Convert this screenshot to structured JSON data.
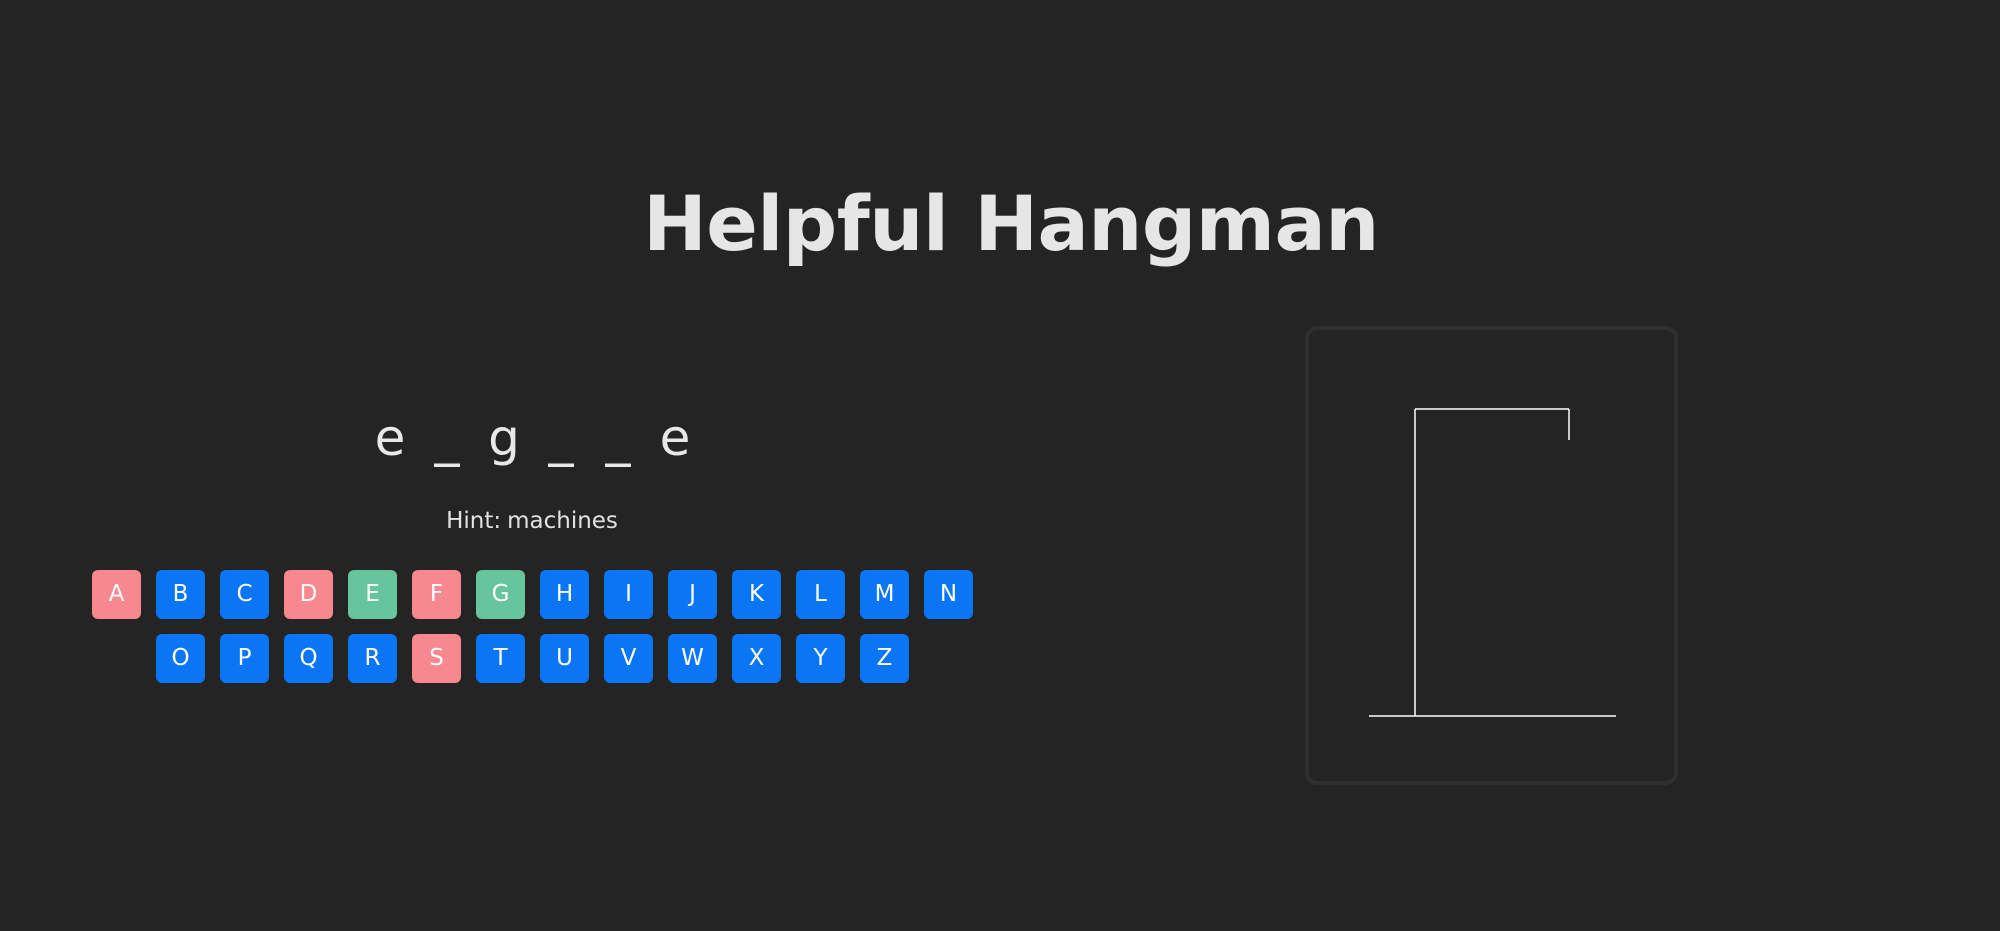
{
  "title": "Helpful Hangman",
  "word": [
    "e",
    "_",
    "g",
    "_",
    "_",
    "e"
  ],
  "hint": {
    "label": "Hint:",
    "text": "machines"
  },
  "keyboard": {
    "rows": [
      [
        {
          "letter": "A",
          "status": "wrong"
        },
        {
          "letter": "B",
          "status": "available"
        },
        {
          "letter": "C",
          "status": "available"
        },
        {
          "letter": "D",
          "status": "wrong"
        },
        {
          "letter": "E",
          "status": "correct"
        },
        {
          "letter": "F",
          "status": "wrong"
        },
        {
          "letter": "G",
          "status": "correct"
        },
        {
          "letter": "H",
          "status": "available"
        },
        {
          "letter": "I",
          "status": "available"
        },
        {
          "letter": "J",
          "status": "available"
        },
        {
          "letter": "K",
          "status": "available"
        },
        {
          "letter": "L",
          "status": "available"
        },
        {
          "letter": "M",
          "status": "available"
        },
        {
          "letter": "N",
          "status": "available"
        }
      ],
      [
        {
          "letter": "O",
          "status": "available"
        },
        {
          "letter": "P",
          "status": "available"
        },
        {
          "letter": "Q",
          "status": "available"
        },
        {
          "letter": "R",
          "status": "available"
        },
        {
          "letter": "S",
          "status": "wrong"
        },
        {
          "letter": "T",
          "status": "available"
        },
        {
          "letter": "U",
          "status": "available"
        },
        {
          "letter": "V",
          "status": "available"
        },
        {
          "letter": "W",
          "status": "available"
        },
        {
          "letter": "X",
          "status": "available"
        },
        {
          "letter": "Y",
          "status": "available"
        },
        {
          "letter": "Z",
          "status": "available"
        }
      ]
    ]
  },
  "gallows": {
    "parts_shown": [
      "base",
      "pole",
      "beam",
      "rope"
    ],
    "line_color": "#ffffff"
  },
  "colors": {
    "background": "#242424",
    "key_available": "#0a76f5",
    "key_wrong": "#f7888f",
    "key_correct": "#66c59c"
  }
}
